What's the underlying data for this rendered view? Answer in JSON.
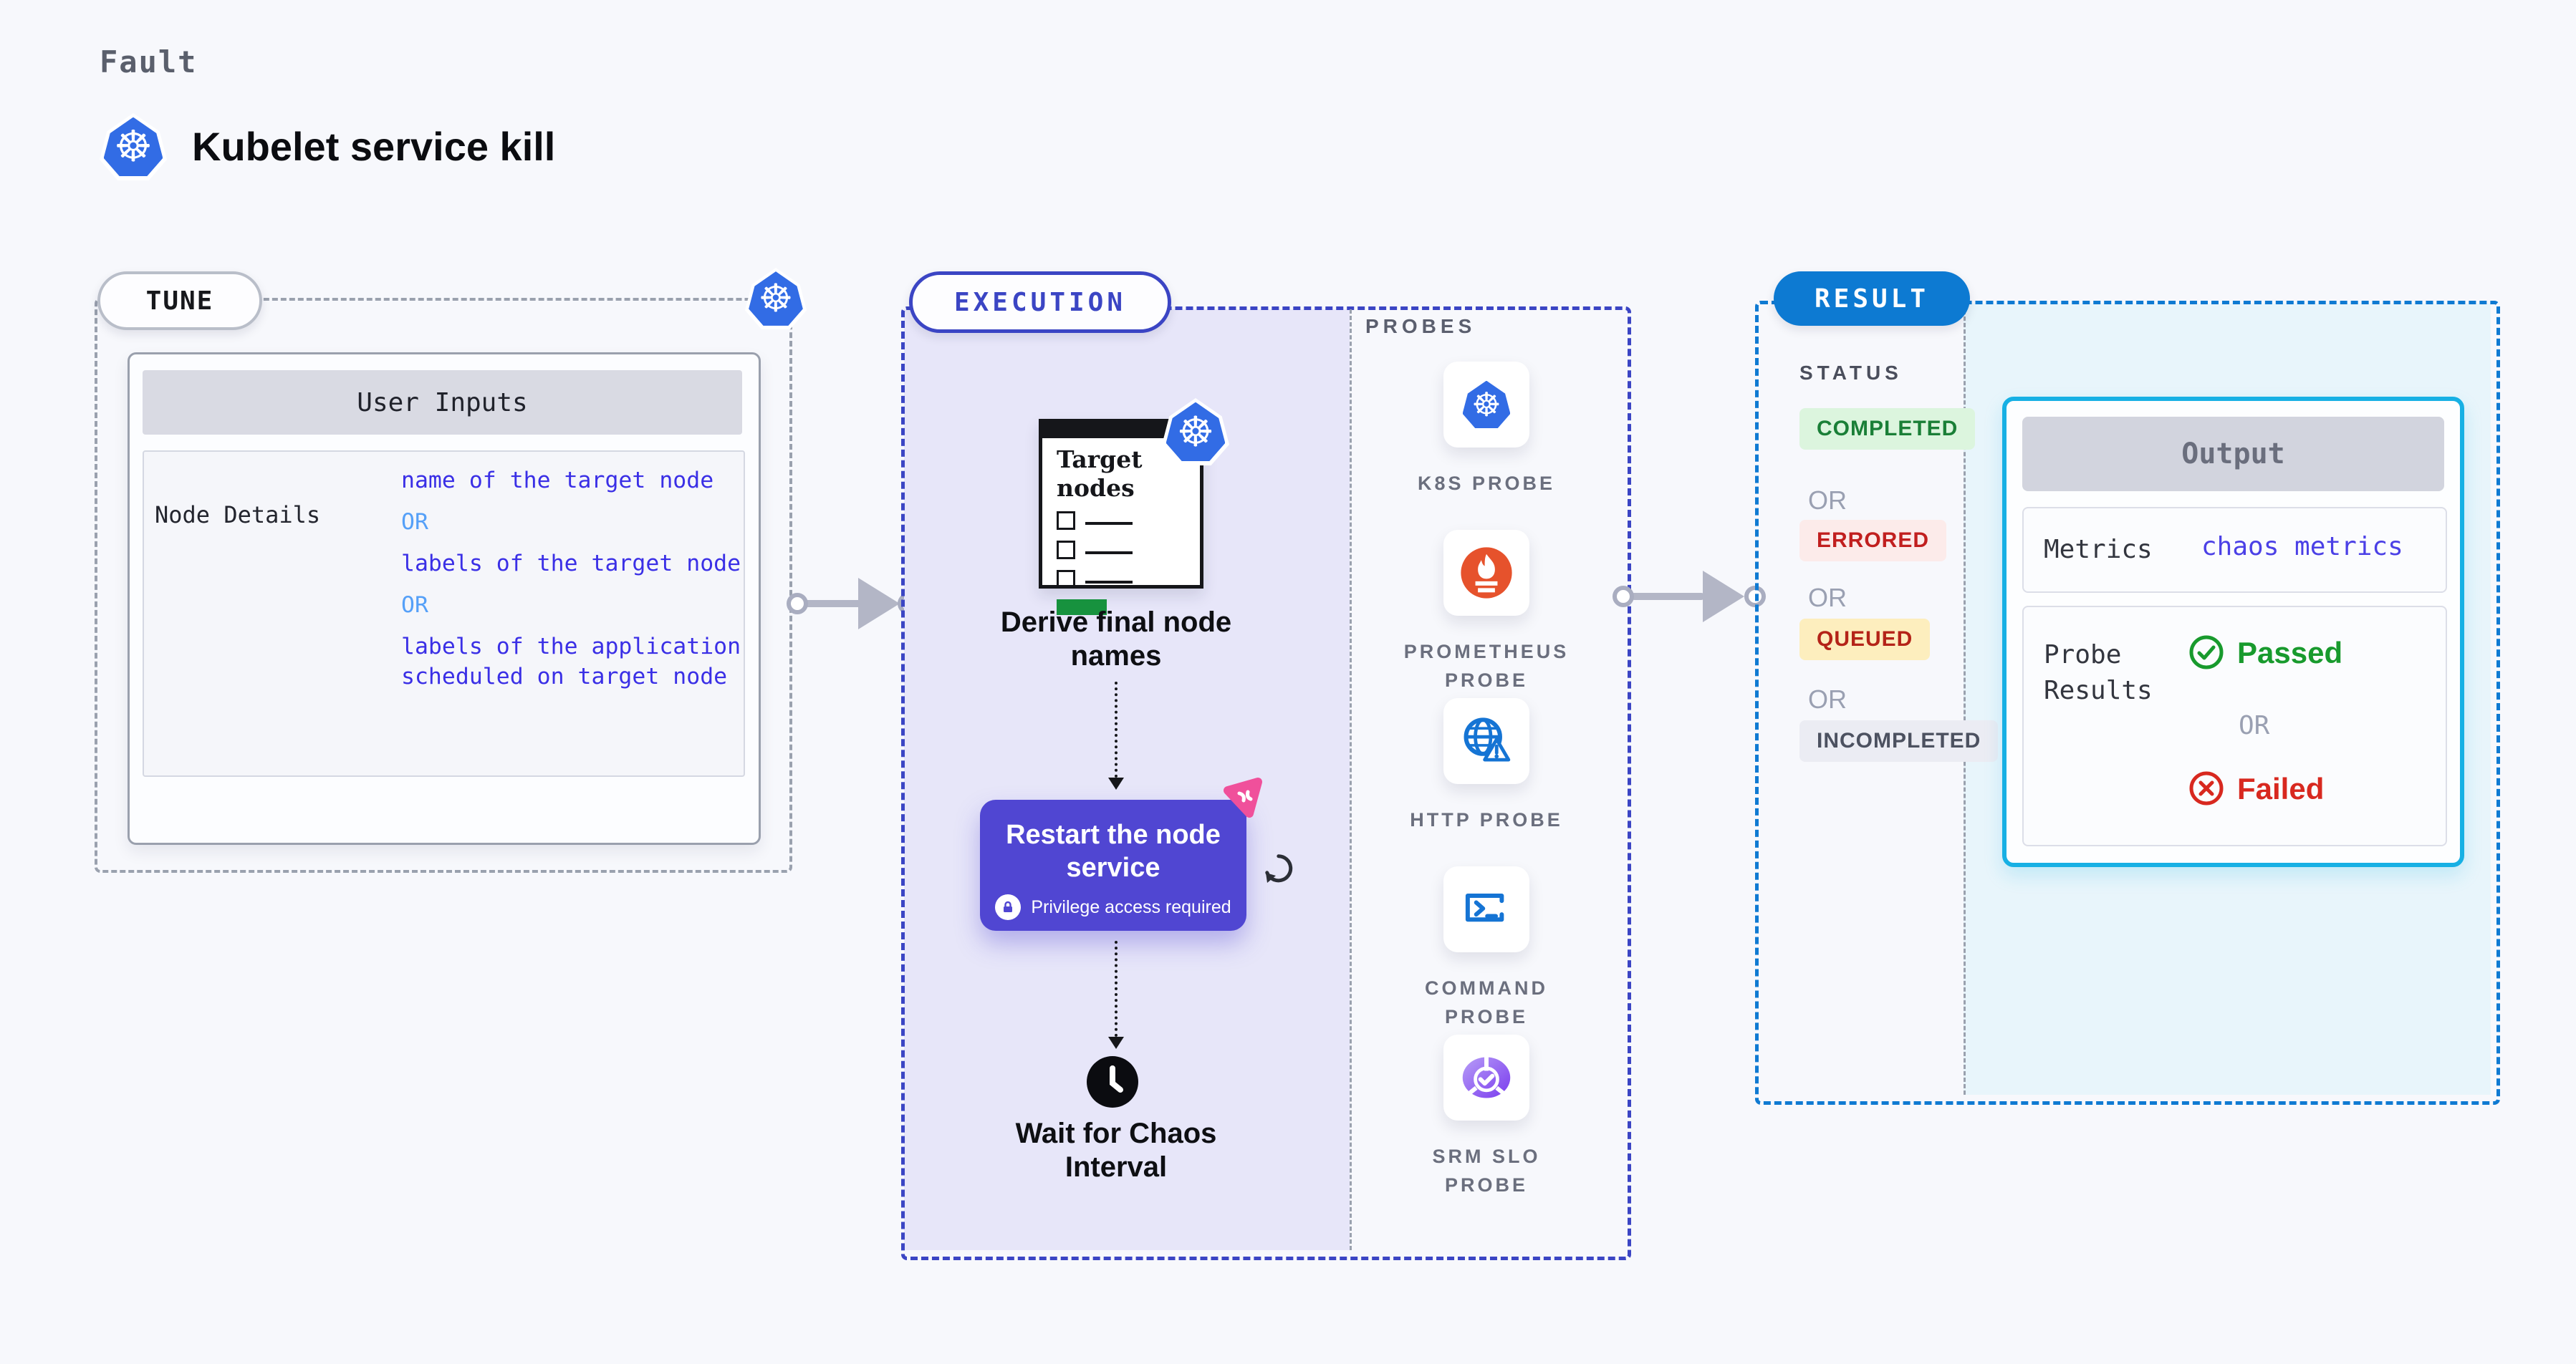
{
  "header": {
    "eyebrow": "Fault",
    "title": "Kubelet service kill"
  },
  "tune": {
    "label": "TUNE",
    "user_inputs": {
      "header": "User Inputs",
      "row_label": "Node Details",
      "values": [
        "name of the target node",
        "OR",
        "labels of the target node",
        "OR",
        "labels of the application scheduled on target node"
      ]
    }
  },
  "execution": {
    "label": "EXECUTION",
    "target_card": {
      "title": "Target nodes"
    },
    "steps": {
      "derive": "Derive final node names",
      "restart_title": "Restart the node service",
      "restart_badge": "Privilege access required",
      "wait": "Wait for Chaos Interval"
    },
    "probes": {
      "label": "PROBES",
      "items": [
        {
          "name": "K8S PROBE",
          "icon": "kubernetes-icon"
        },
        {
          "name": "PROMETHEUS PROBE",
          "icon": "prometheus-icon"
        },
        {
          "name": "HTTP PROBE",
          "icon": "http-globe-icon"
        },
        {
          "name": "COMMAND PROBE",
          "icon": "terminal-icon"
        },
        {
          "name": "SRM SLO PROBE",
          "icon": "slo-pie-icon"
        }
      ]
    }
  },
  "result": {
    "label": "RESULT",
    "status": {
      "label": "STATUS",
      "items": [
        "COMPLETED",
        "OR",
        "ERRORED",
        "OR",
        "QUEUED",
        "OR",
        "INCOMPLETED"
      ]
    },
    "output": {
      "title": "Output",
      "metrics_label": "Metrics",
      "metrics_value": "chaos metrics",
      "probe_results_label": "Probe Results",
      "passed": "Passed",
      "or": "OR",
      "failed": "Failed"
    }
  },
  "colors": {
    "kubernetes_blue": "#326ce5",
    "execution_indigo": "#3b45c4",
    "result_blue": "#0d7ad2",
    "output_border_cyan": "#17b0e4",
    "restart_card_indigo": "#5046d2",
    "prometheus_orange": "#e6522c",
    "passed_green": "#189a2d",
    "failed_red": "#d8281f",
    "value_blue": "#3a2fe6",
    "or_light_blue": "#55a0f8"
  }
}
